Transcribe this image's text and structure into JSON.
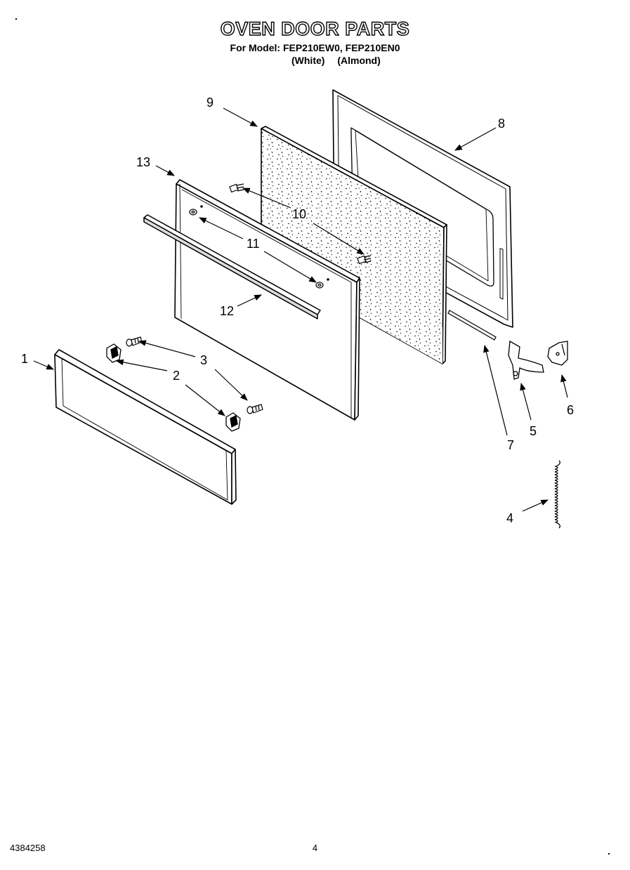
{
  "header": {
    "title": "OVEN DOOR PARTS",
    "model_line": "For Model: FEP210EW0, FEP210EN0",
    "variants": [
      "(White)",
      "(Almond)"
    ]
  },
  "callouts": [
    "1",
    "2",
    "3",
    "4",
    "5",
    "6",
    "7",
    "8",
    "9",
    "10",
    "11",
    "12",
    "13"
  ],
  "footer": {
    "doc_number": "4384258",
    "page_number": "4"
  }
}
